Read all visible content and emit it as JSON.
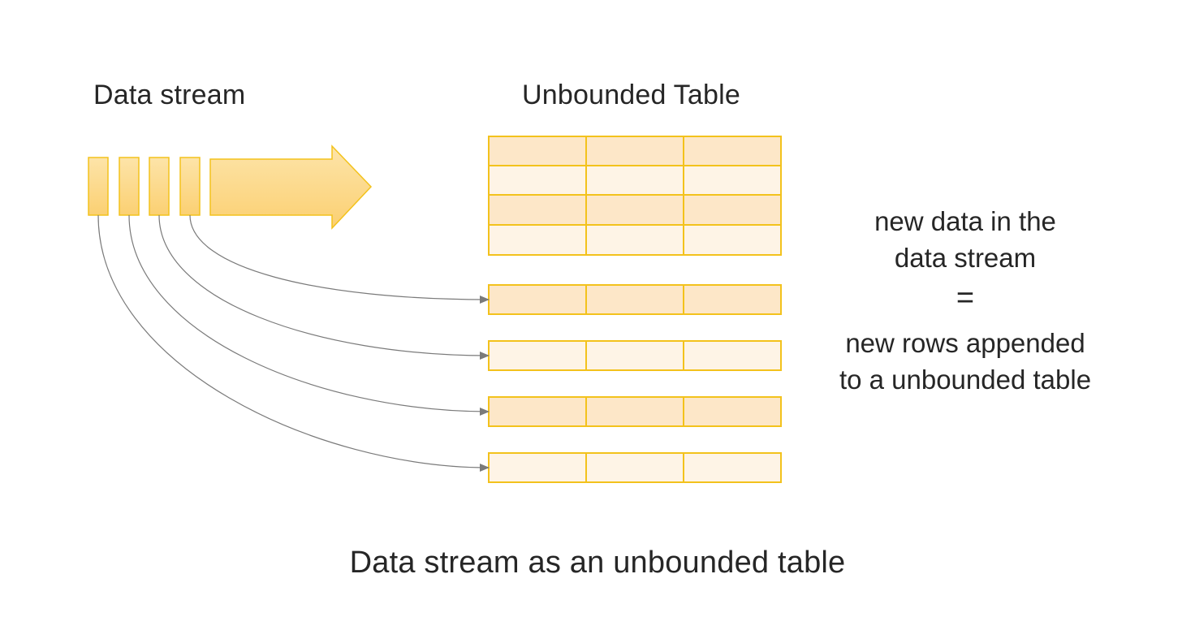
{
  "stream": {
    "title": "Data stream",
    "item_count": 4
  },
  "table": {
    "title": "Unbounded Table",
    "existing_rows": 4,
    "columns": 3,
    "appended_rows": 4
  },
  "equation": {
    "top_line1": "new data in the",
    "top_line2": "data stream",
    "sign": "=",
    "bottom_line1": "new rows appended",
    "bottom_line2": "to a unbounded table"
  },
  "caption": "Data stream as an unbounded table",
  "colors": {
    "stroke": "#f3c21c",
    "row_dark": "#fde7c8",
    "row_light": "#fef4e6",
    "arrow_top": "#fde4a9",
    "arrow_bottom": "#fbd072",
    "connector": "#7a7a7a"
  }
}
